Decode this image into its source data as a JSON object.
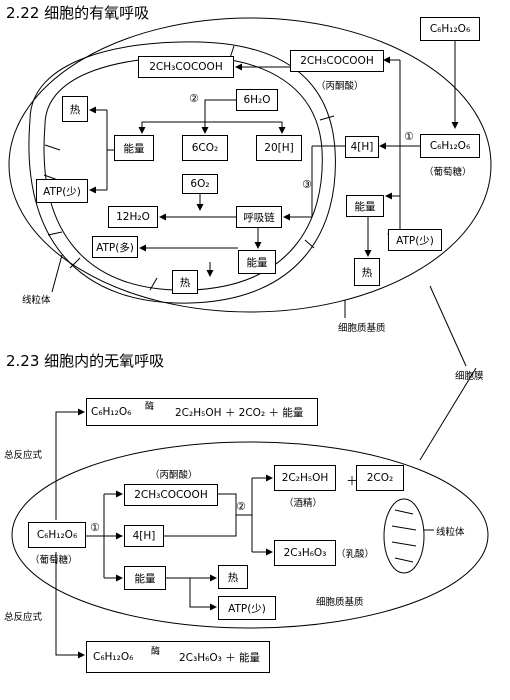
{
  "section1": {
    "title": "2.22 细胞的有氧呼吸",
    "glucose": "C₆H₁₂O₆",
    "pyruvate_out": "2CH₃COCOOH",
    "pyruvate_in": "2CH₃COCOOH",
    "pyruvate_label": "（丙酮酸）",
    "glucose_label": "（葡萄糖）",
    "h_cyt": "4[H]",
    "energy_cyt": "能量",
    "atp_cyt": "ATP(少)",
    "heat_cyt": "热",
    "water6": "6H₂O",
    "co2": "6CO₂",
    "h20": "20[H]",
    "o2": "6O₂",
    "water12": "12H₂O",
    "resp_chain": "呼吸链",
    "energy_mito_top": "能量",
    "energy_mito_bottom": "能量",
    "heat_mito": "热",
    "atp_mito_few": "ATP(少)",
    "atp_mito_many": "ATP(多)",
    "heat_mito2": "热",
    "step1": "①",
    "step2": "②",
    "step3": "③",
    "mito_label": "线粒体",
    "matrix_label": "细胞质基质",
    "membrane_label": "细胞膜"
  },
  "section2": {
    "title": "2.23 细胞内的无氧呼吸",
    "total1_label": "总反应式",
    "total2_label": "总反应式",
    "eq1_left": "C₆H₁₂O₆",
    "eq1_enzyme": "酶",
    "eq1_right": "2C₂H₅OH ＋ 2CO₂ ＋ 能量",
    "eq2_left": "C₆H₁₂O₆",
    "eq2_enzyme": "酶",
    "eq2_right": "2C₃H₆O₃ ＋ 能量",
    "glucose": "C₆H₁₂O₆",
    "glucose_label": "（葡萄糖）",
    "pyruvate": "2CH₃COCOOH",
    "pyruvate_label": "（丙酮酸）",
    "h4": "4[H]",
    "energy": "能量",
    "heat": "热",
    "atp": "ATP(少)",
    "ethanol": "2C₂H₅OH",
    "ethanol_label": "（酒精）",
    "plus": "＋",
    "co2": "2CO₂",
    "lactic": "2C₃H₆O₃",
    "lactic_label": "（乳酸）",
    "step1": "①",
    "step2": "②",
    "mito_label": "线粒体",
    "matrix_label": "细胞质基质"
  }
}
